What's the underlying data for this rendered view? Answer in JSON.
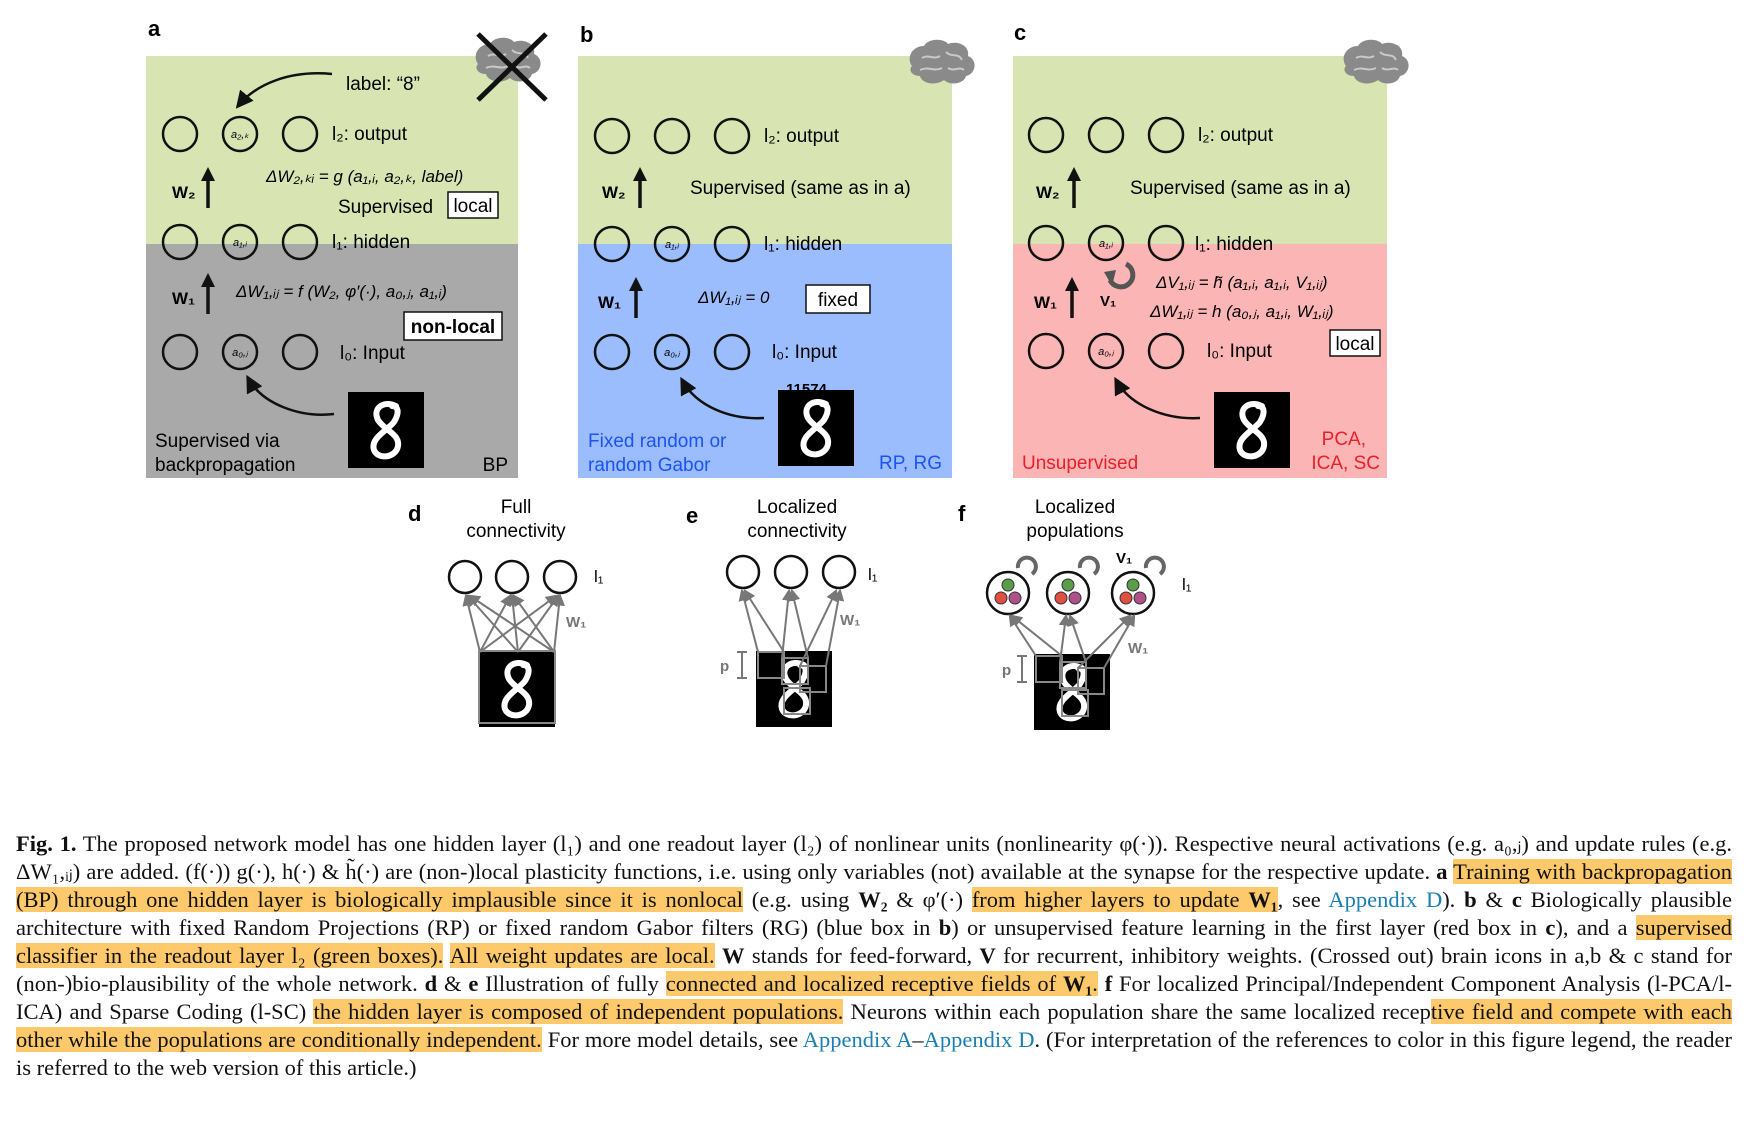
{
  "panels": {
    "a": {
      "letter": "a",
      "label_text": "label: “8”",
      "l2": "l₂: output",
      "l1": "l₁: hidden",
      "l0": "l₀: Input",
      "w2": "W₂",
      "w1": "W₁",
      "rule_w2": "ΔW₂,ₖᵢ = g (a₁,ᵢ, a₂,ₖ, label)",
      "supervised": "Supervised",
      "local_box": "local",
      "rule_w1": "ΔW₁,ᵢⱼ = f (W₂, φ′(·), a₀,ⱼ, a₁,ᵢ)",
      "nonlocal_box": "non-local",
      "desc_line1": "Supervised via",
      "desc_line2": "backpropagation",
      "tag": "BP",
      "node_a2k": "a₂,ₖ",
      "node_a1i": "a₁,ᵢ",
      "node_a0j": "a₀,ⱼ",
      "colors": {
        "top": "#d9e4b3",
        "bottom": "#a9a9a9"
      }
    },
    "b": {
      "letter": "b",
      "l2": "l₂: output",
      "l1": "l₁: hidden",
      "l0": "l₀: Input",
      "w2": "W₂",
      "w1": "W₁",
      "supervised_same": "Supervised (same as in a)",
      "rule_w1": "ΔW₁,ᵢⱼ = 0",
      "fixed_box": "fixed",
      "digit_label": "11574",
      "desc_line1": "Fixed random or",
      "desc_line2": "random Gabor",
      "tag": "RP, RG",
      "node_a1i": "a₁,ᵢ",
      "node_a0j": "a₀,ⱼ",
      "colors": {
        "top": "#d9e4b3",
        "bottom": "#9bbdfd",
        "text": "#1c54f0"
      }
    },
    "c": {
      "letter": "c",
      "l2": "l₂: output",
      "l1": "l₁: hidden",
      "l0": "l₀: Input",
      "w2": "W₂",
      "w1": "W₁",
      "v1": "V₁",
      "supervised_same": "Supervised (same as in a)",
      "rule_v1": "ΔV₁,ᵢⱼ = h̃ (a₁,ᵢ, a₁,ᵢ, V₁,ᵢⱼ)",
      "rule_w1": "ΔW₁,ᵢⱼ = h (a₀,ⱼ, a₁,ᵢ, W₁,ᵢⱼ)",
      "local_box": "local",
      "desc": "Unsupervised",
      "tag_line1": "PCA,",
      "tag_line2": "ICA, SC",
      "node_a1i": "a₁,ᵢ",
      "node_a0j": "a₀,ⱼ",
      "colors": {
        "top": "#d9e4b3",
        "bottom": "#fcb5b5",
        "text": "#e8202a"
      }
    },
    "d": {
      "letter": "d",
      "title_line1": "Full",
      "title_line2": "connectivity",
      "l1": "l₁",
      "w1": "W₁"
    },
    "e": {
      "letter": "e",
      "title_line1": "Localized",
      "title_line2": "connectivity",
      "l1": "l₁",
      "w1": "W₁",
      "p": "p"
    },
    "f": {
      "letter": "f",
      "title_line1": "Localized",
      "title_line2": "populations",
      "l1": "l₁",
      "w1": "W₁",
      "v1": "V₁",
      "p": "p"
    }
  },
  "caption": {
    "s01": "Fig. 1.",
    "s02": " The proposed network model has one hidden layer (l₁) and one readout layer (l₂) of nonlinear units (nonlinearity φ(·)). Respective neural activations (e.g. a₀,ⱼ) and update rules (e.g. ΔW₁,ᵢⱼ) are added. (f(·)) g(·), h(·) & h̃(·) are (non-)local plasticity functions, i.e. using only variables (not) available at the synapse for the respective update. ",
    "s03": "a",
    "s04": "Training with backpropagation (BP) through one hidden layer is biologically implausible since it is nonlocal",
    "s05": " (e.g. using ",
    "s06": "W₂",
    "s07": " & φ′(·) ",
    "s08": "from higher layers to update ",
    "s09": "W₁",
    "s10": ", see ",
    "s11": "Appendix D",
    "s12": "). ",
    "s13": "b",
    "s14": " & ",
    "s15": "c",
    "s16": " Biologically plausible architecture with fixed Random Projections (RP) or fixed random Gabor filters (RG) (blue box in ",
    "s17": "b",
    "s18": ") or unsupervised feature learning in the first layer (red box in ",
    "s19": "c",
    "s20": "), and a ",
    "s21": "supervised classifier in the readout layer l₂ (green boxes).",
    "s22": " ",
    "s23": "All weight updates are local.",
    "s24": " ",
    "s25": "W",
    "s26": " stands for feed-forward, ",
    "s27": "V",
    "s28": " for recurrent, inhibitory weights. (Crossed out) brain icons in a,b & c stand for (non-)bio-plausibility of the whole network. ",
    "s29": "d",
    "s30": " & ",
    "s31": "e",
    "s32": " Illustration of fully ",
    "s33": "connected and localized receptive fields of ",
    "s34": "W₁",
    "s35": ".",
    "s36": " ",
    "s37": "f",
    "s38": " For localized Principal/Independent Component Analysis (l-PCA/l-ICA) and Sparse Coding (l-SC) ",
    "s39": "the hidden layer is composed of independent populations.",
    "s40": " Neurons within each population share the same localized recep",
    "s41": "tive field and compete with each other while the populations are conditionally independent.",
    "s42": " For more model details, see ",
    "s43": "Appendix A",
    "s44": "–",
    "s45": "Appendix D",
    "s46": ". (For interpretation of the references to color in this figure legend, the reader is referred to the web version of this article.)"
  }
}
